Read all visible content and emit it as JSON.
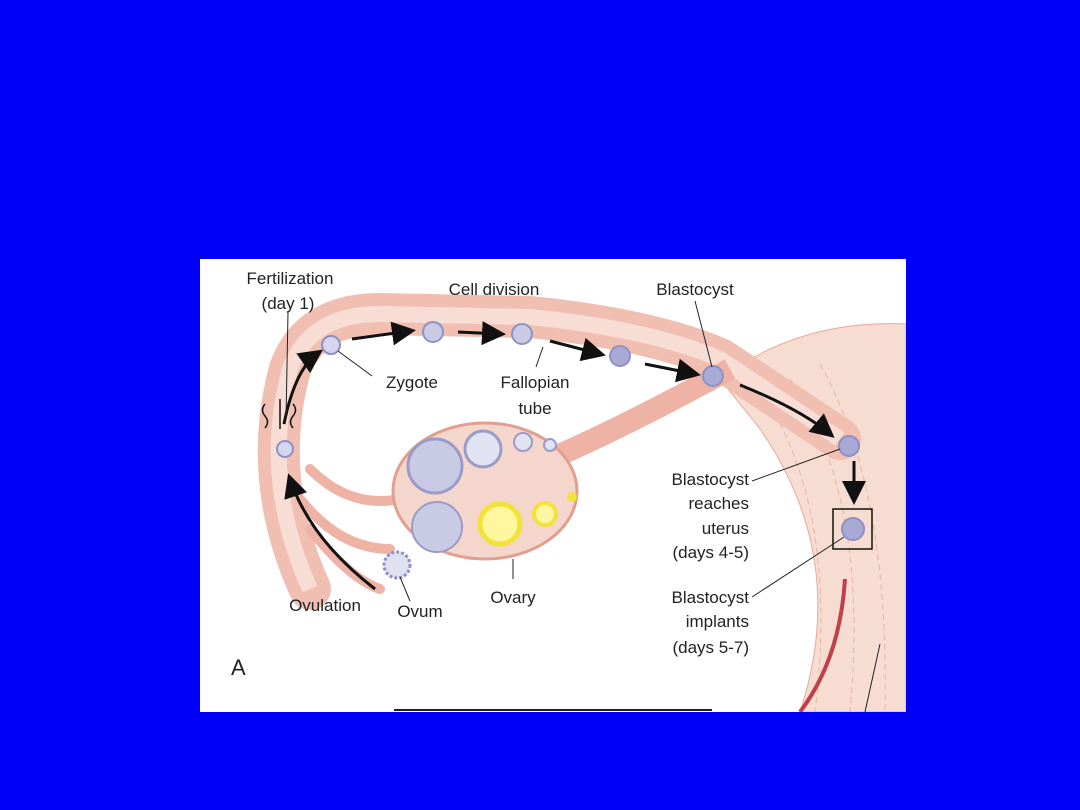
{
  "slide": {
    "background_color": "#0000f8"
  },
  "figure": {
    "panel_letter": "A",
    "labels": {
      "fertilization": [
        "Fertilization",
        "(day 1)"
      ],
      "cell_division": "Cell division",
      "blastocyst": "Blastocyst",
      "zygote": "Zygote",
      "fallopian_tube": [
        "Fallopian",
        "tube"
      ],
      "blastocyst_reaches": [
        "Blastocyst",
        "reaches",
        "uterus",
        "(days 4-5)"
      ],
      "blastocyst_implants": [
        "Blastocyst",
        "implants",
        "(days 5-7)"
      ],
      "ovulation": "Ovulation",
      "ovum": "Ovum",
      "ovary": "Ovary"
    },
    "colors": {
      "tissue": "#f3c9bd",
      "tissue_dark": "#e8a99a",
      "cell": "#a9a9d6",
      "corpus": "#f2e23a"
    }
  }
}
